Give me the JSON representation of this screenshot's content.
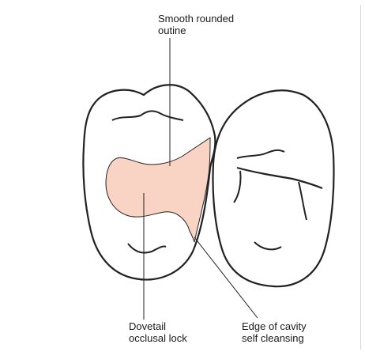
{
  "labels": {
    "smooth_outline": [
      "Smooth rounded",
      "outine"
    ],
    "dovetail_lock": [
      "Dovetail",
      "occlusal lock"
    ],
    "edge_of_cavity": [
      "Edge of cavity",
      "self cleansing"
    ]
  },
  "colors": {
    "restoration_fill": "#f9d3c3",
    "outline": "#222222",
    "background": "#ffffff"
  }
}
